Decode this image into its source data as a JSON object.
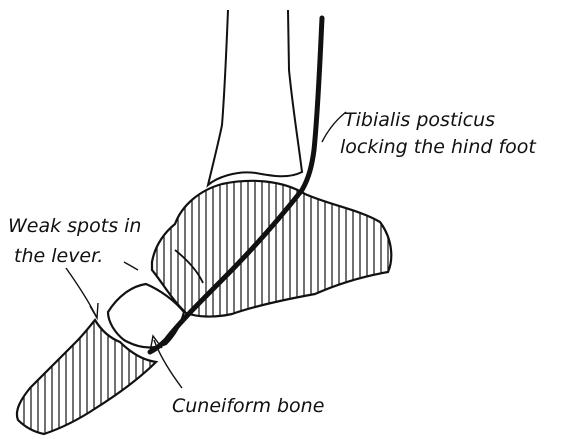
{
  "labels": {
    "tibialis_line1": "Tibialis posticus",
    "tibialis_line2": "locking the hind foot",
    "weak_line1": "Weak spots in",
    "weak_line2": "the lever.",
    "cuneiform": "Cuneiform bone"
  },
  "colors": {
    "ink": "#111111",
    "paper": "#ffffff"
  }
}
